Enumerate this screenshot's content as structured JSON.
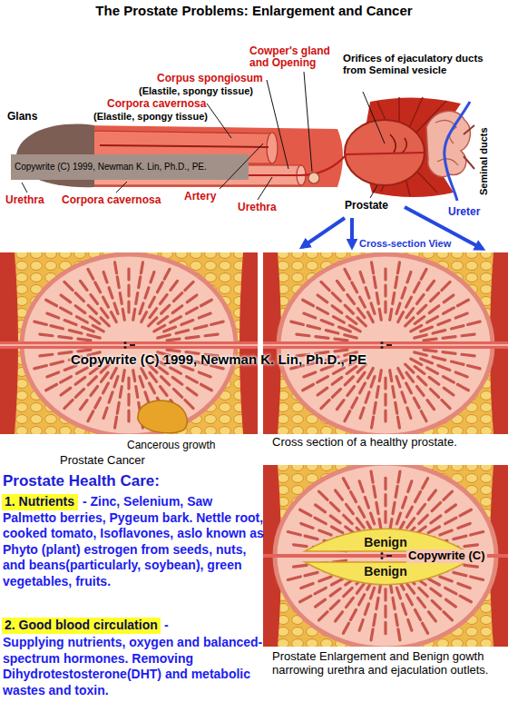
{
  "diagram": {
    "title": "The Prostate Problems: Enlargement and Cancer",
    "nodes": [
      {
        "text": [
          "1. Nutrients"
        ]
      },
      {
        "text": [
          "Benign"
        ]
      },
      {
        "text": [
          "Benign"
        ]
      },
      {
        "text": [
          "2. Good blood circulation"
        ]
      }
    ],
    "labels": [
      "Cowper's gland and Opening",
      "Corpus spongiosum",
      "(Elastile, spongy tissue)",
      "Corpora cavernosa",
      "(Elastile, spongy tissue)",
      "Orifices of ejaculatory ducts from Seminal vesicle",
      "Glans",
      "Copywrite (C) 1999, Newman K. Lin, Ph.D., PE.",
      "Seminal ducts",
      "Ureter",
      "Urethra",
      "Corpora cavernosa",
      "Artery",
      "Urethra",
      "Prostate",
      "Cross-section View",
      "Copywrite (C) 1999, Newman K. Lin, Ph.D., PE",
      "Cancerous growth",
      "Prostate Cancer",
      "Cross section of a healthy prostate.",
      "Copywrite (C)",
      "Prostate Enlargement and Benign gowth narrowing urethra and ejaculation outlets.",
      "Prostate Health Care:",
      "- Zinc, Selenium, Saw Palmetto berries, Pygeum bark. Nettle root, cooked tomato, Isoflavones, aslo known as Phyto (plant) estrogen from seeds, nuts, and beans(particularly, soybean), green vegetables, fruits.",
      "-",
      "Supplying nutrients, oxygen and balanced-spectrum hormones. Removing Dihydrotestosterone(DHT) and metabolic wastes and toxin."
    ]
  }
}
